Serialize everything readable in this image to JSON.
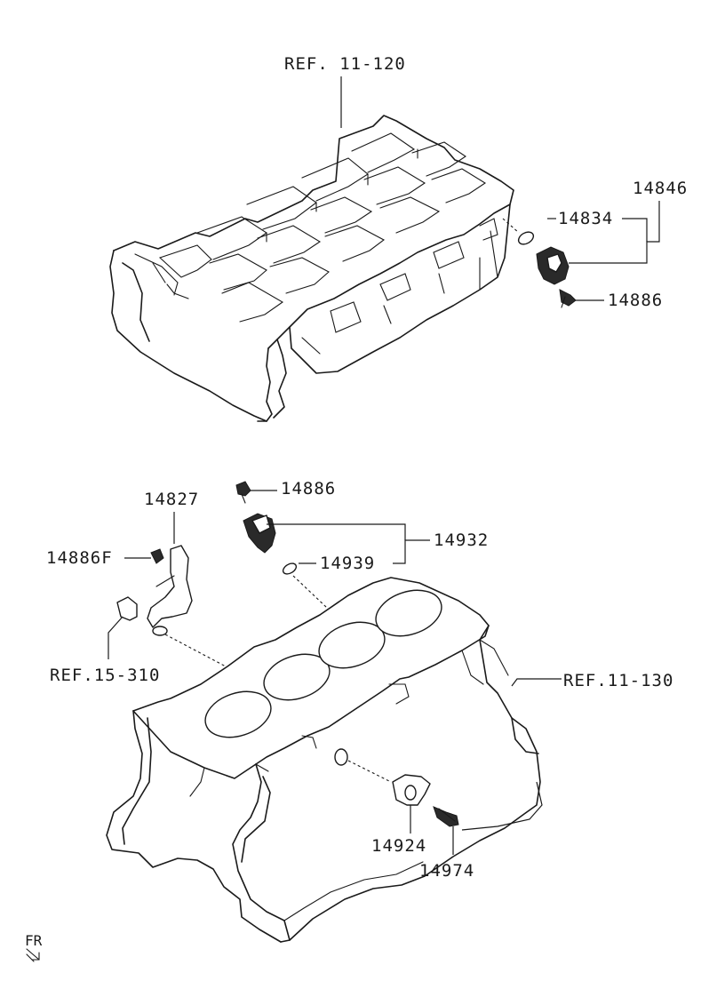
{
  "labels": {
    "ref_head": "REF. 11-120",
    "ref_block": "REF.11-130",
    "ref_pulley": "REF.15-310",
    "p14846": "14846",
    "p14834": "14834",
    "p14886_top": "14886",
    "p14886_mid": "14886",
    "p14886f": "14886F",
    "p14827": "14827",
    "p14932": "14932",
    "p14939": "14939",
    "p14924": "14924",
    "p14974": "14974",
    "front_mark": "FR"
  }
}
